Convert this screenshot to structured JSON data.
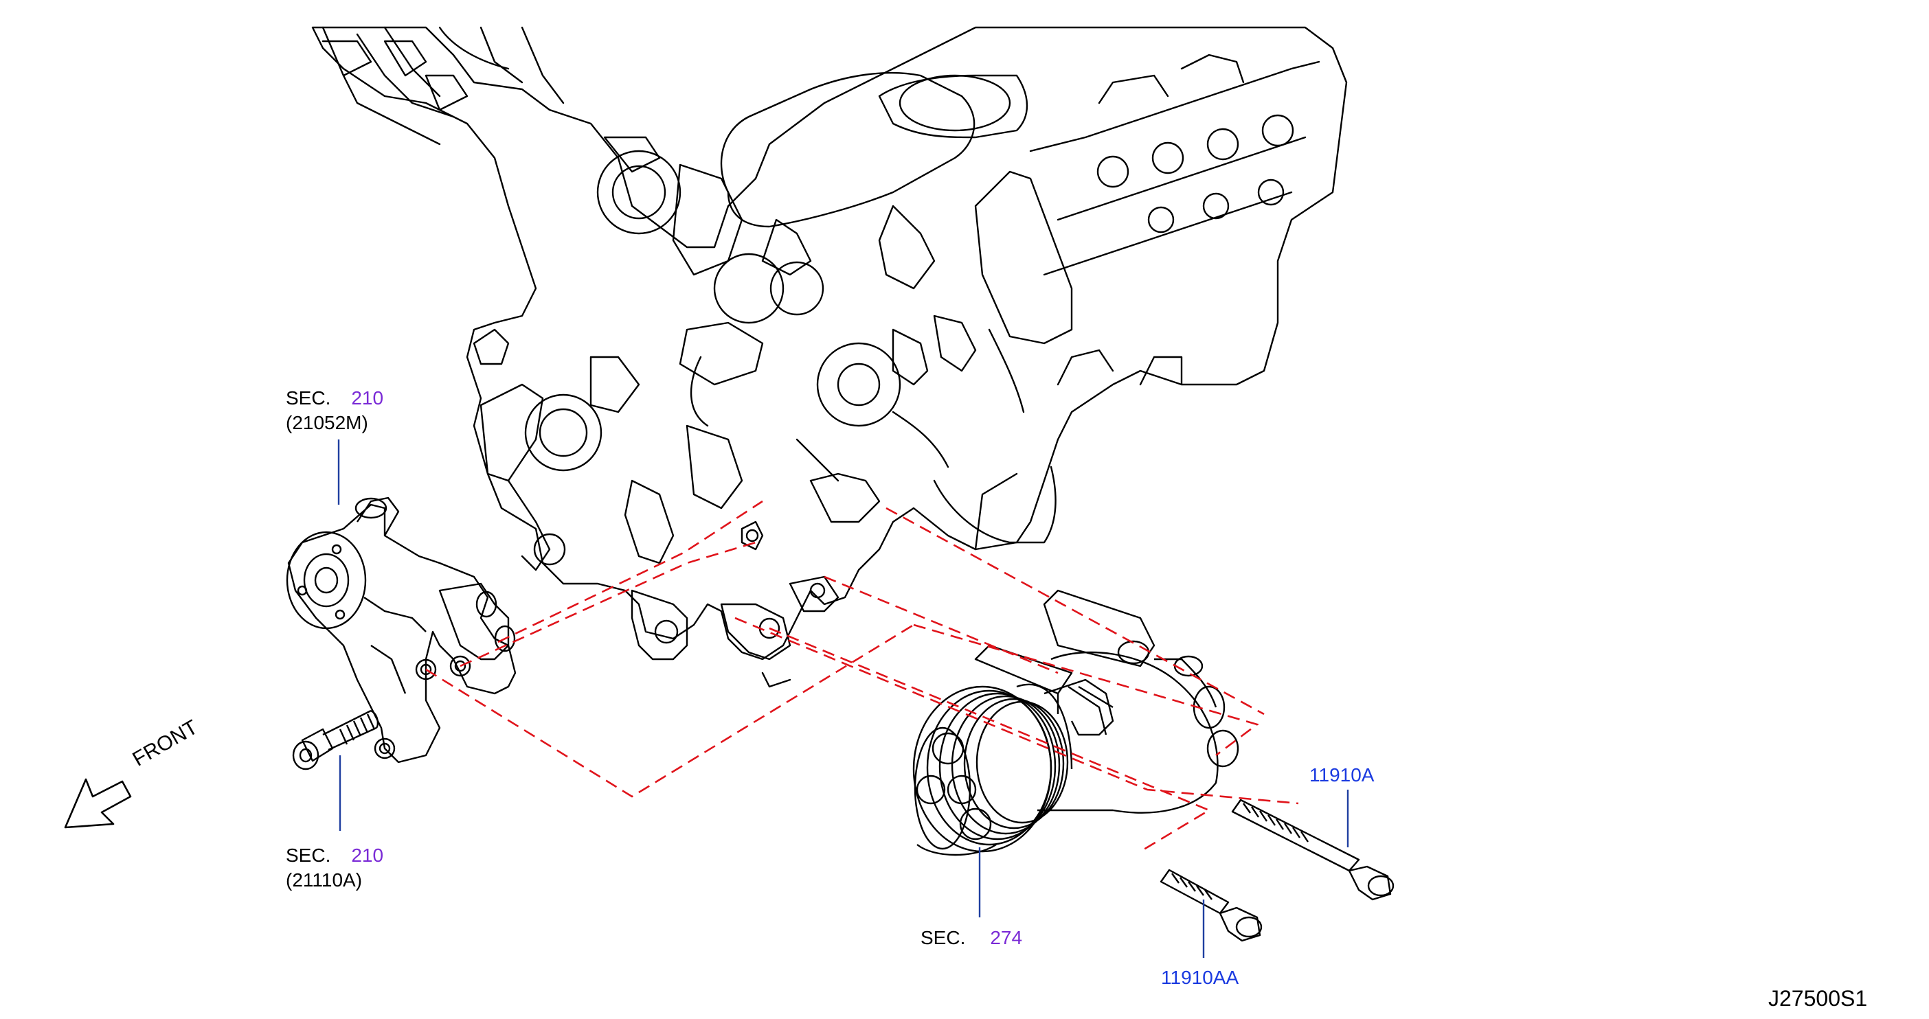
{
  "callouts": {
    "bracket": {
      "sec": "SEC.",
      "num": "210",
      "sub": "(21052M)"
    },
    "bracket_bolt": {
      "sec": "SEC.",
      "num": "210",
      "sub": "(21110A)"
    },
    "compressor": {
      "sec": "SEC.",
      "num": "274"
    },
    "bolt_long": {
      "part": "11910A"
    },
    "bolt_short": {
      "part": "11910AA"
    }
  },
  "direction": {
    "label": "FRONT"
  },
  "diagram_ref": "J27500S1",
  "colors": {
    "line": "#000000",
    "leader": "#1f3fa0",
    "dashed": "#e0141b",
    "sec_number": "#7a2ad6",
    "part_number": "#1a3ae0"
  }
}
